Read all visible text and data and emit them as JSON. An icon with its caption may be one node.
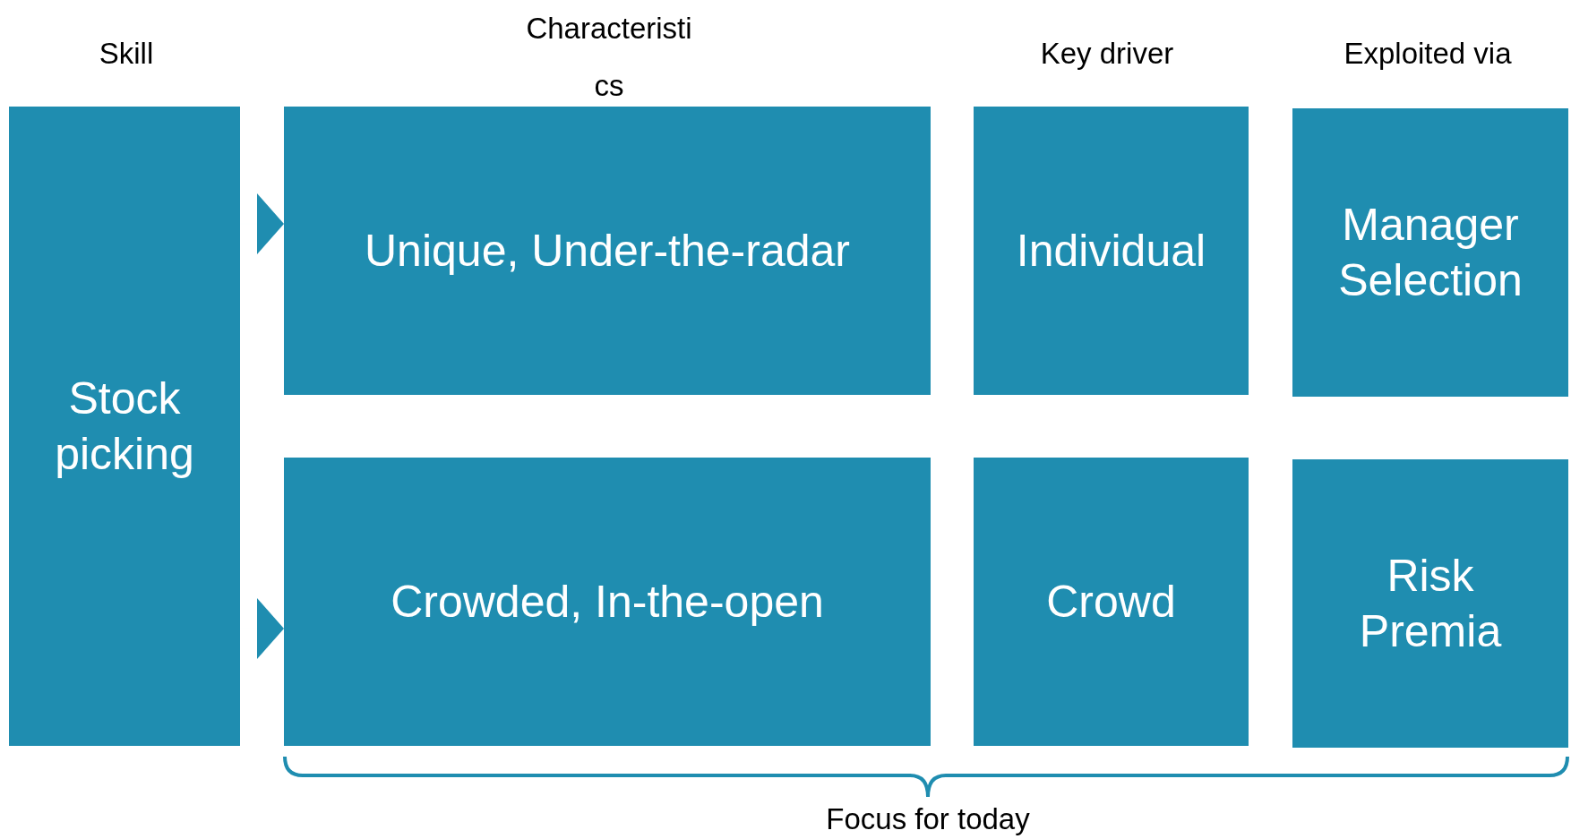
{
  "diagram": {
    "nodes": [
      {
        "text": [
          "Stock picking"
        ]
      },
      {
        "text": [
          "Unique, Under-the-radar"
        ]
      },
      {
        "text": [
          "Individual"
        ]
      },
      {
        "text": [
          "Manager Selection"
        ]
      },
      {
        "text": [
          "Crowded, In-the-open"
        ]
      },
      {
        "text": [
          "Crowd"
        ]
      },
      {
        "text": [
          "Risk Premia"
        ]
      }
    ],
    "edges": [
      {
        "from": 0,
        "to": 1,
        "arrow": "to"
      },
      {
        "from": 0,
        "to": 4,
        "arrow": "to"
      }
    ],
    "labels": [
      "Skill",
      "Characteristics",
      "Key driver",
      "Exploited via",
      "Focus for today"
    ]
  }
}
